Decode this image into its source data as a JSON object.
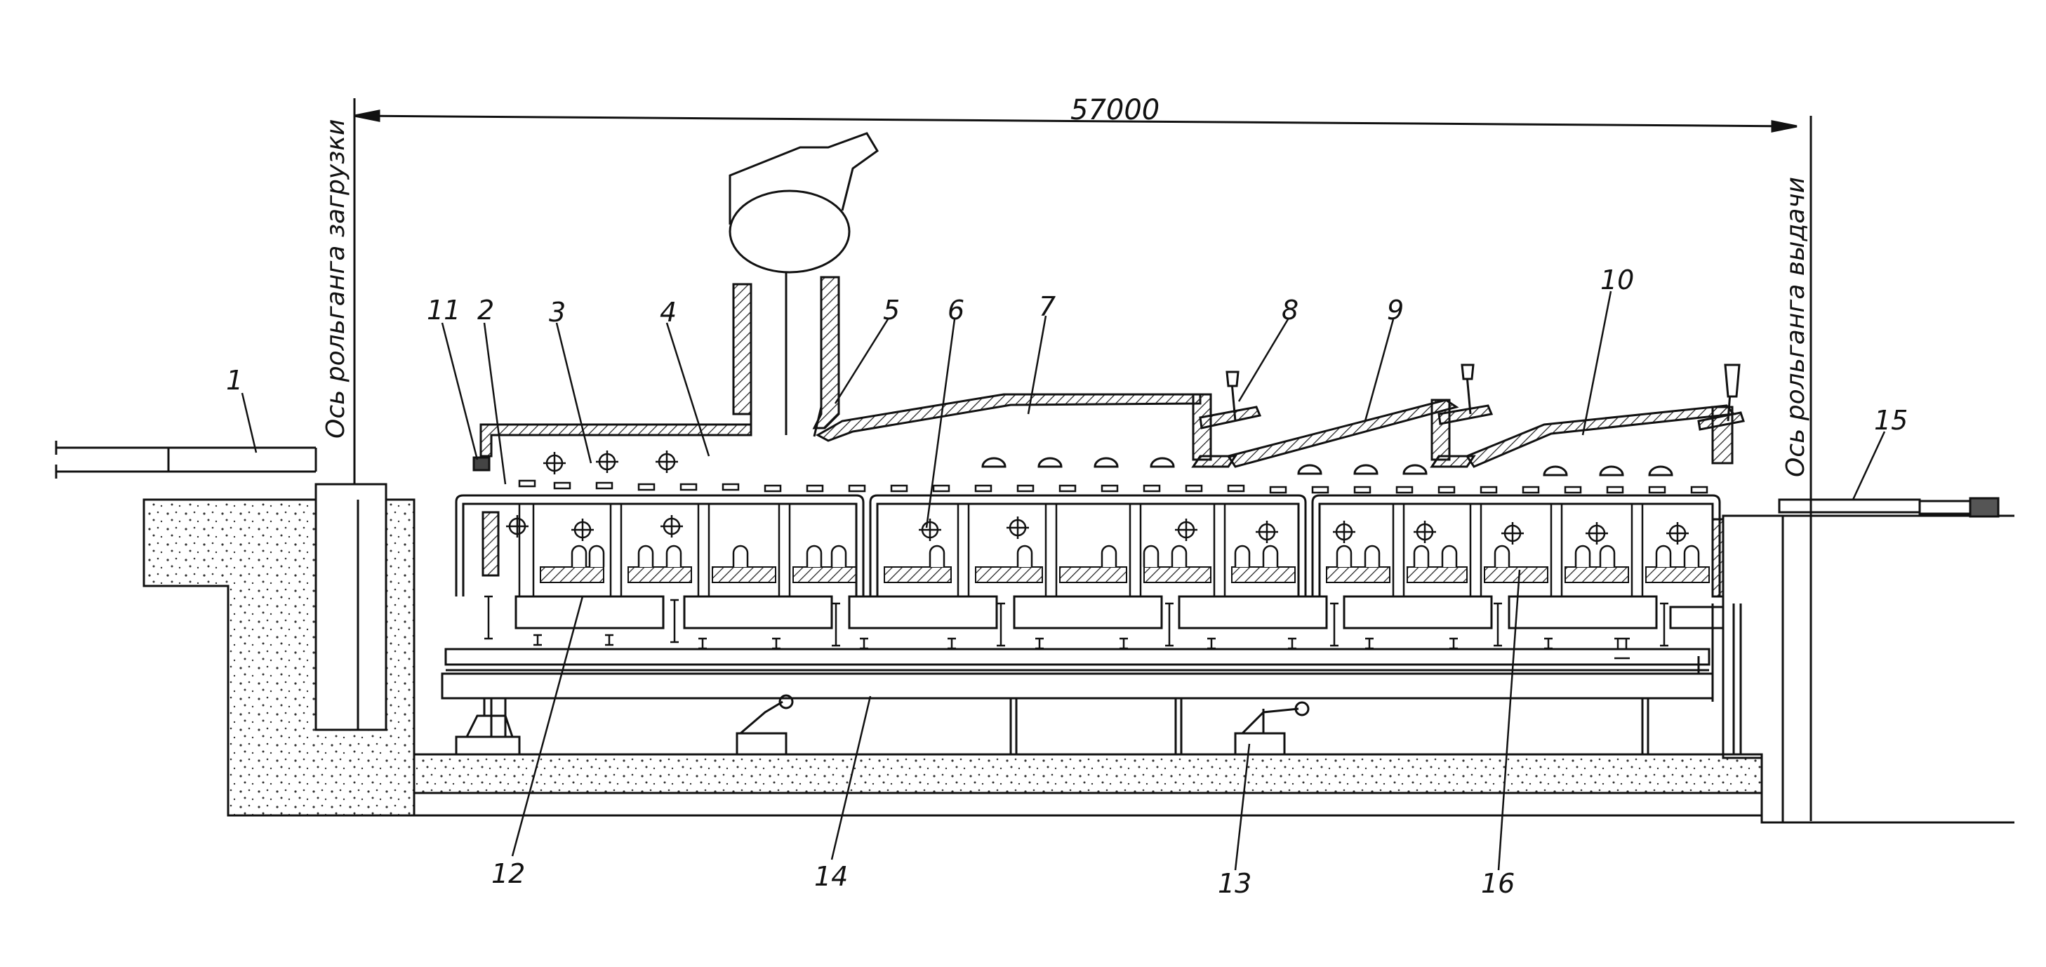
{
  "diagram": {
    "dimension": "57000",
    "axis_loading": "Ось рольганга загрузки",
    "axis_unloading": "Ось рольганга выдачи",
    "callouts": [
      "1",
      "2",
      "3",
      "4",
      "5",
      "6",
      "7",
      "8",
      "9",
      "10",
      "11",
      "12",
      "13",
      "14",
      "15",
      "16"
    ]
  }
}
